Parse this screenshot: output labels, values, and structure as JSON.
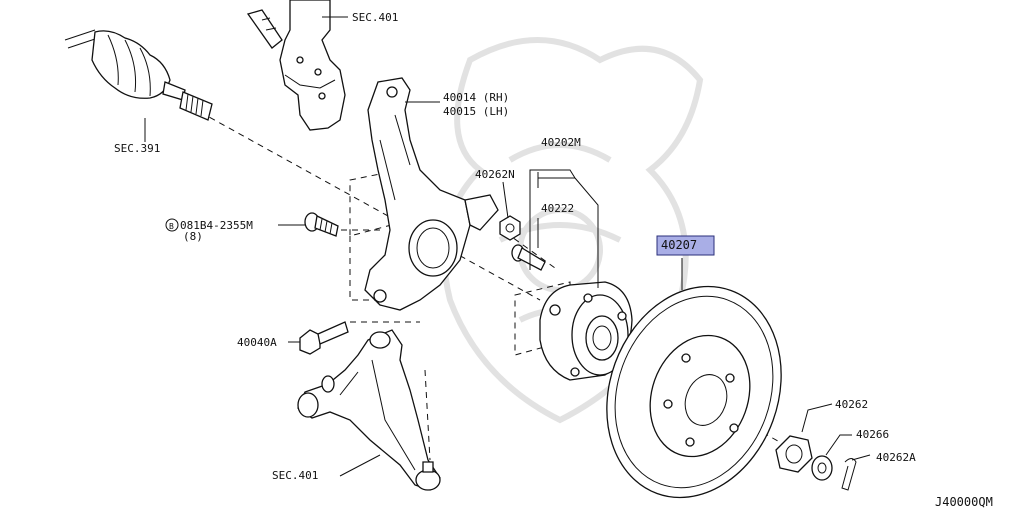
{
  "diagram_code": "J40000QM",
  "callouts": {
    "sec401_top": "SEC.401",
    "sec391": "SEC.391",
    "knuckle_rh": "40014 (RH)",
    "knuckle_lh": "40015 (LH)",
    "hub_assembly": "40202M",
    "nut_40262n": "40262N",
    "bolt_40222": "40222",
    "bolt_081b4": "081B4-2355M",
    "bolt_qty": "(8)",
    "bolt_40040a": "40040A",
    "rotor_40207": "40207",
    "nut_40262": "40262",
    "washer_40266": "40266",
    "pin_40262a": "40262A",
    "sec401_arm": "SEC.401"
  },
  "colors": {
    "highlight": "#a9aee6",
    "ink": "#111111"
  }
}
